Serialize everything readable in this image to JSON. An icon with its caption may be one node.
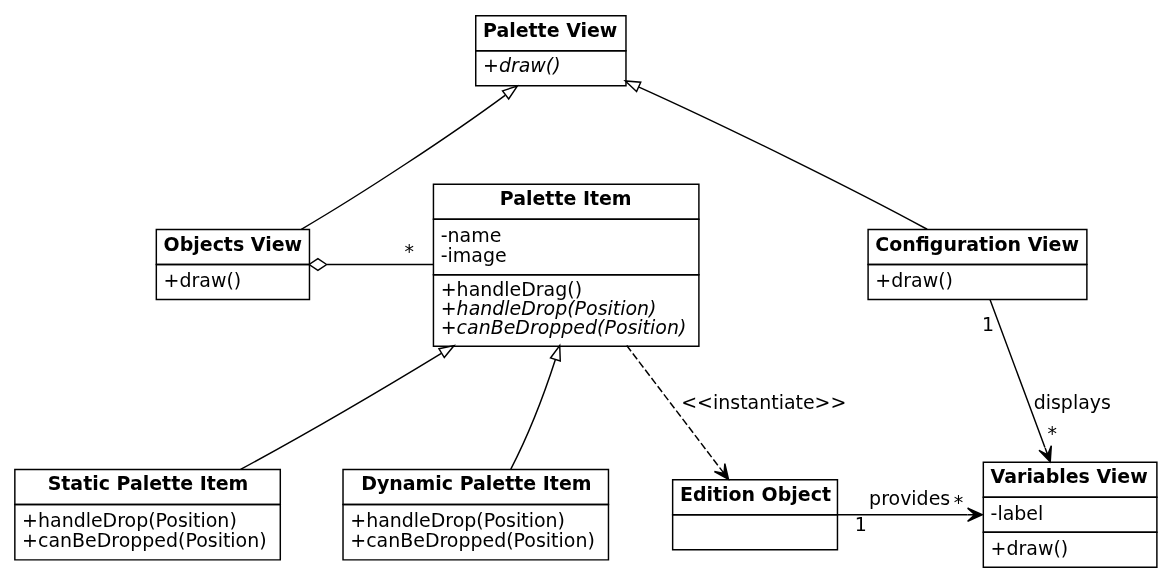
{
  "diagram": {
    "nodes": [
      {
        "text": [
          "Palette View",
          "*+draw()*"
        ]
      },
      {
        "text": [
          "Palette Item",
          "-name -image",
          "+handleDrag() *+handleDrop(Position)* *+canBeDropped(Position)*"
        ]
      },
      {
        "text": [
          "Objects View",
          "+draw()"
        ]
      },
      {
        "text": [
          "Configuration View",
          "+draw()"
        ]
      },
      {
        "text": [
          "Variables View",
          "-label",
          "+draw()"
        ]
      },
      {
        "text": [
          "Static Palette Item",
          "+handleDrop(Position) +canBeDropped(Position)"
        ]
      },
      {
        "text": [
          "Dynamic Palette Item",
          "+handleDrop(Position) +canBeDropped(Position)"
        ]
      },
      {
        "text": [
          "Edition Object"
        ]
      }
    ],
    "edges": [
      {
        "from": 2,
        "to": 0,
        "arrow": "to"
      },
      {
        "from": 3,
        "to": 0,
        "arrow": "to"
      },
      {
        "from": 1,
        "to": 2,
        "arrow": "other"
      },
      {
        "from": 3,
        "to": 4,
        "arrow": "to",
        "label": "displays"
      },
      {
        "from": 5,
        "to": 1,
        "arrow": "to"
      },
      {
        "from": 6,
        "to": 1,
        "arrow": "to"
      },
      {
        "from": 1,
        "to": 7,
        "arrow": "to",
        "label": "<<instantiate>>",
        "style": "dashed"
      },
      {
        "from": 7,
        "to": 4,
        "arrow": "to",
        "label": "provides"
      }
    ],
    "labels": [
      "*",
      "1",
      "*",
      "1",
      "*"
    ]
  }
}
